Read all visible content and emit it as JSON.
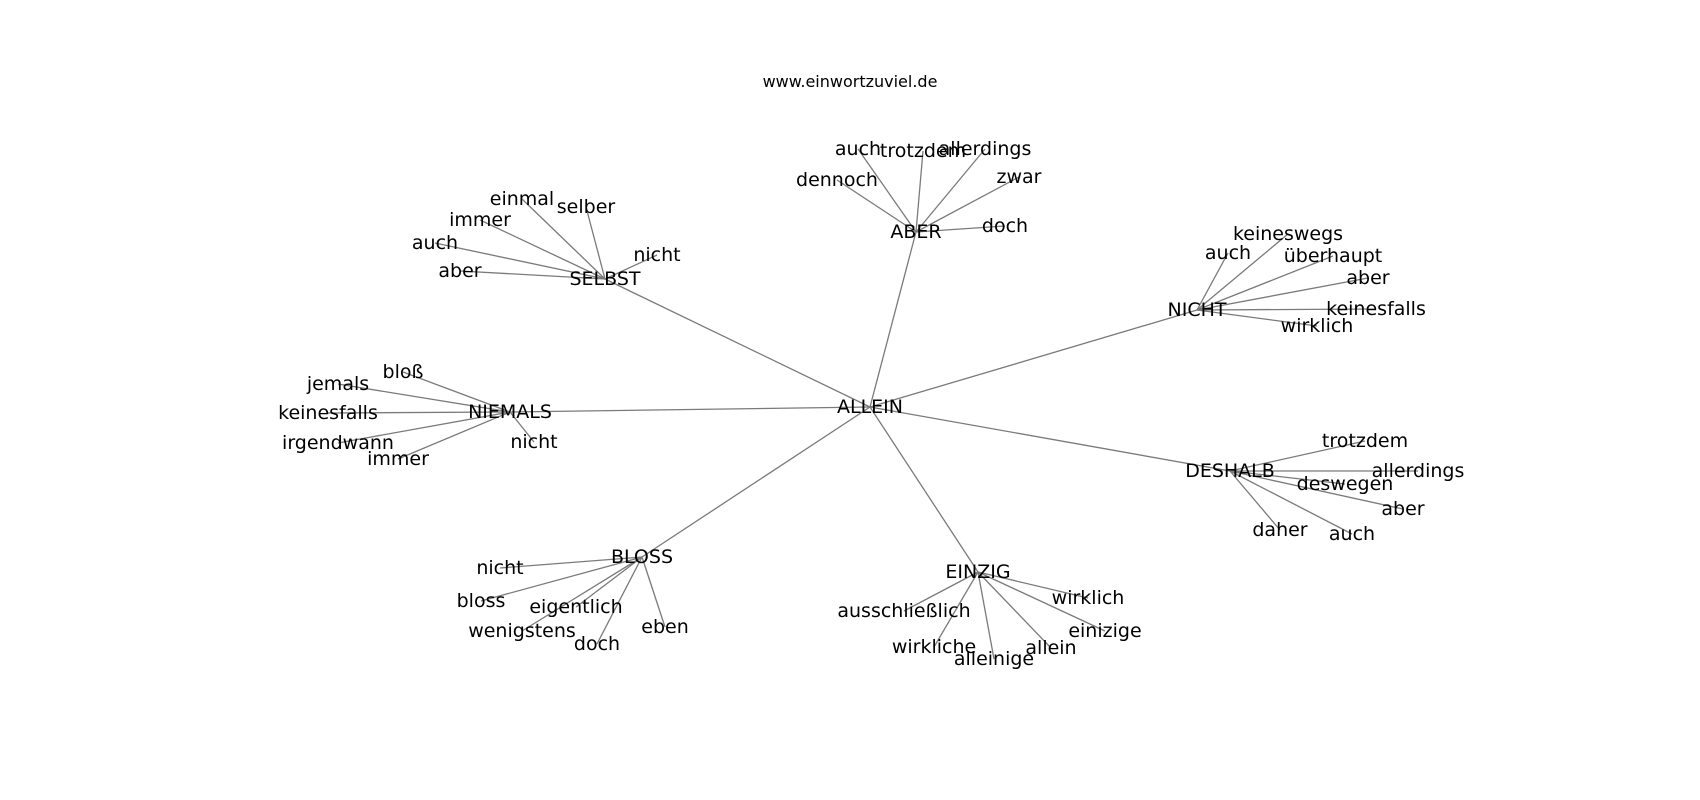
{
  "header": {
    "site": "www.einwortzuviel.de"
  },
  "graph": {
    "center": "ALLEIN",
    "hubs": [
      {
        "label": "ABER",
        "children": [
          "auch",
          "trotzdem",
          "allerdings",
          "dennoch",
          "zwar",
          "doch"
        ]
      },
      {
        "label": "SELBST",
        "children": [
          "einmal",
          "selber",
          "immer",
          "auch",
          "nicht",
          "aber"
        ]
      },
      {
        "label": "NICHT",
        "children": [
          "keineswegs",
          "auch",
          "überhaupt",
          "aber",
          "keinesfalls",
          "wirklich"
        ]
      },
      {
        "label": "NIEMALS",
        "children": [
          "bloß",
          "jemals",
          "keinesfalls",
          "irgendwann",
          "nicht",
          "immer"
        ]
      },
      {
        "label": "DESHALB",
        "children": [
          "trotzdem",
          "allerdings",
          "deswegen",
          "aber",
          "daher",
          "auch"
        ]
      },
      {
        "label": "BLOSS",
        "children": [
          "nicht",
          "bloss",
          "eigentlich",
          "wenigstens",
          "eben",
          "doch"
        ]
      },
      {
        "label": "EINZIG",
        "children": [
          "wirklich",
          "ausschließlich",
          "einizige",
          "wirkliche",
          "allein",
          "alleinige"
        ]
      }
    ]
  }
}
